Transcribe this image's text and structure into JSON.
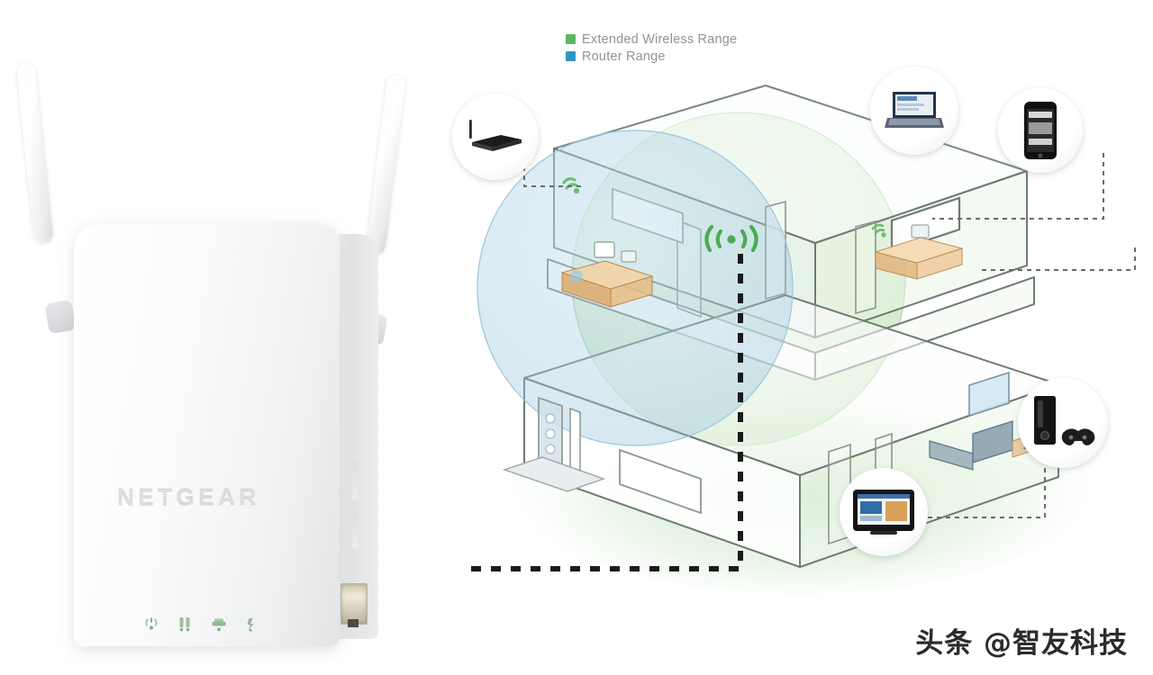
{
  "legend": {
    "items": [
      {
        "label": "Extended Wireless Range",
        "color": "#5cb85c",
        "icon": "green-square-icon"
      },
      {
        "label": "Router Range",
        "color": "#2f96c4",
        "icon": "blue-square-icon"
      }
    ]
  },
  "device": {
    "brand": "NETGEAR",
    "product": "WiFi Range Extender",
    "antenna_count": 2,
    "leds": [
      {
        "name": "power-led",
        "icon": "power-icon"
      },
      {
        "name": "device-link-led",
        "icon": "device-icon"
      },
      {
        "name": "router-link-led",
        "icon": "router-icon"
      },
      {
        "name": "wifi-led",
        "icon": "wifi-icon"
      }
    ],
    "port": {
      "name": "ethernet-port",
      "label": "Ethernet"
    }
  },
  "diagram": {
    "title": "Home WiFi coverage diagram",
    "house": {
      "floors": 2,
      "style": "isometric cutaway"
    },
    "ranges": [
      {
        "name": "Router Range",
        "color": "#2f96c4",
        "fill": "rgba(126,177,209,0.30)"
      },
      {
        "name": "Extended Wireless Range",
        "color": "#5cb85c",
        "fill": "rgba(150,205,140,0.32)"
      }
    ],
    "badges": [
      {
        "name": "router-badge",
        "icon": "router-icon",
        "label": "Router"
      },
      {
        "name": "laptop-badge",
        "icon": "laptop-icon",
        "label": "Laptop"
      },
      {
        "name": "smartphone-badge",
        "icon": "smartphone-icon",
        "label": "Smartphone"
      },
      {
        "name": "game-console-badge",
        "icon": "game-console-icon",
        "label": "Game Console"
      },
      {
        "name": "tv-badge",
        "icon": "tv-icon",
        "label": "Smart TV"
      }
    ],
    "wifi_nodes": [
      {
        "name": "upstairs-left-wifi",
        "color": "#6fbf73"
      },
      {
        "name": "extender-wifi",
        "color": "#4aad52"
      },
      {
        "name": "upstairs-right-wifi",
        "color": "#6fbf73"
      }
    ],
    "connector_style": "dashed"
  },
  "watermark": {
    "text": "头条 @智友科技"
  }
}
